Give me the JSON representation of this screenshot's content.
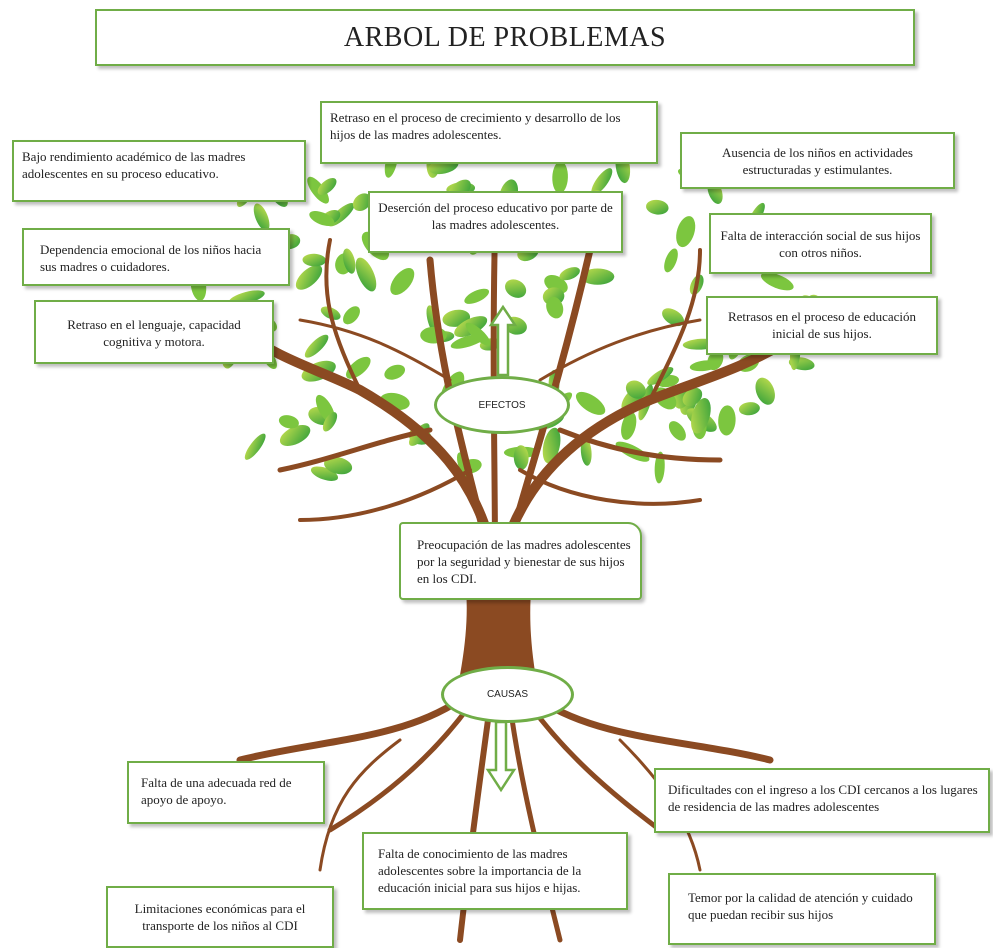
{
  "title": "ARBOL DE PROBLEMAS",
  "colors": {
    "accent": "#70ad47",
    "trunk": "#8b4a22",
    "leaf_light": "#b8d94a",
    "leaf_dark": "#3aa23a"
  },
  "labels": {
    "effects": "EFECTOS",
    "causes": "CAUSAS"
  },
  "effects": [
    "Retraso en el proceso de crecimiento y desarrollo de los hijos de las madres adolescentes.",
    "Bajo rendimiento académico de las madres adolescentes en su proceso educativo.",
    "Ausencia de los niños en actividades estructuradas y estimulantes.",
    "Deserción del proceso educativo por parte de las madres adolescentes.",
    "Dependencia emocional de los niños hacia sus madres o cuidadores.",
    "Falta de interacción social de sus hijos con otros niños.",
    "Retraso en el lenguaje, capacidad cognitiva y motora.",
    "Retrasos en el proceso de educación inicial de sus hijos."
  ],
  "central_problem": "Preocupación de las madres adolescentes por la seguridad y bienestar de sus hijos en los CDI.",
  "causes": [
    "Falta de una adecuada red de apoyo de apoyo.",
    "Dificultades con el ingreso a los CDI cercanos a los lugares de residencia de las madres adolescentes",
    "Falta de conocimiento de las madres adolescentes sobre la importancia de la educación inicial para sus hijos e hijas.",
    "Limitaciones económicas para el transporte de los niños al CDI",
    "Temor por la calidad de atención y cuidado que puedan recibir sus hijos"
  ]
}
